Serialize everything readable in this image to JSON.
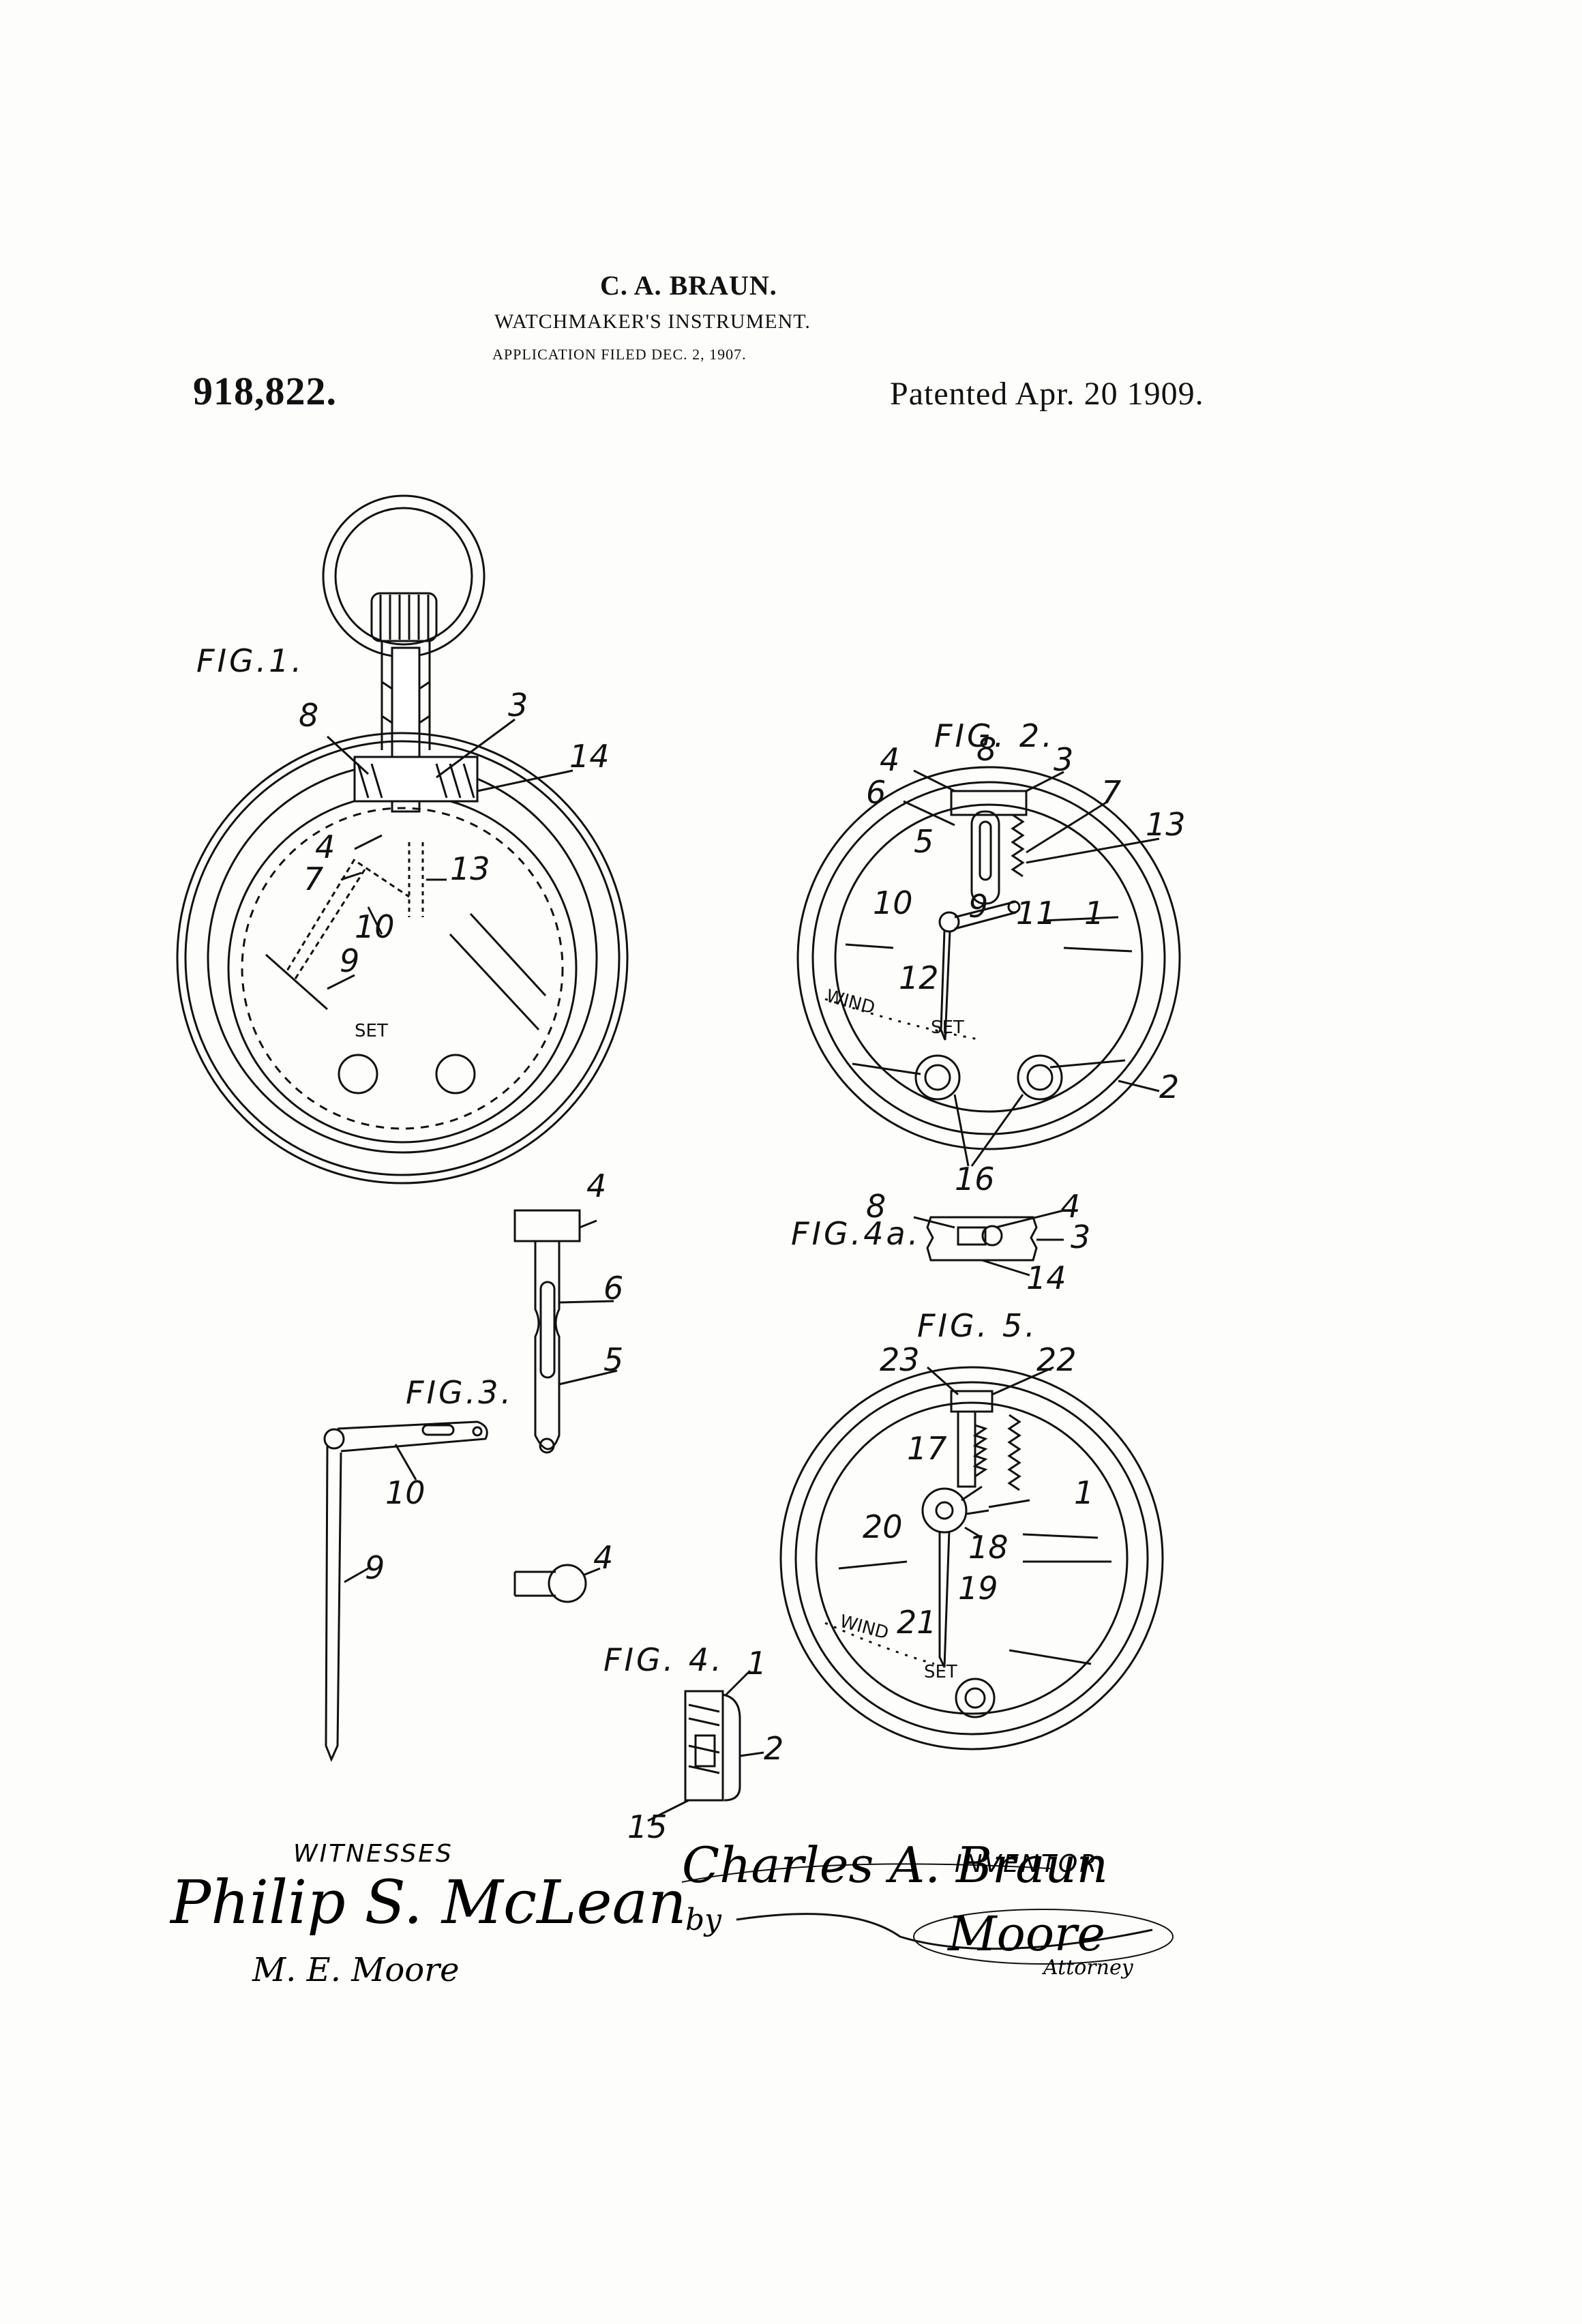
{
  "header": {
    "inventor_name": "C. A. BRAUN.",
    "title": "WATCHMAKER'S INSTRUMENT.",
    "application_filed": "APPLICATION FILED DEC. 2, 1907.",
    "patent_number": "918,822.",
    "patented_date": "Patented Apr. 20 1909."
  },
  "figures": {
    "fig1": "FIG.1.",
    "fig2": "FIG. 2.",
    "fig3": "FIG.3.",
    "fig4": "FIG. 4.",
    "fig4a": "FIG.4a.",
    "fig5": "FIG. 5."
  },
  "dial_text": {
    "set": "SET",
    "wind": "WIND"
  },
  "reference_numerals": {
    "fig1": [
      "8",
      "3",
      "14",
      "4",
      "7",
      "13",
      "10",
      "9"
    ],
    "fig2": [
      "4",
      "8",
      "3",
      "6",
      "7",
      "13",
      "5",
      "10",
      "9",
      "11",
      "1",
      "12",
      "2",
      "16"
    ],
    "fig4a": [
      "8",
      "4",
      "3",
      "14"
    ],
    "fig3": [
      "4",
      "6",
      "5",
      "10",
      "9",
      "4"
    ],
    "fig5": [
      "23",
      "22",
      "17",
      "1",
      "20",
      "18",
      "19",
      "21"
    ],
    "fig4": [
      "1",
      "2",
      "15"
    ]
  },
  "signatures": {
    "witnesses_label": "WITNESSES",
    "witness1": "Philip S. McLean",
    "witness2": "M. E. Moore",
    "inventor_label": "INVENTOR",
    "inventor_signature": "Charles A. Braun",
    "by": "by",
    "attorney_signature": "Moore",
    "attorney_label": "Attorney"
  }
}
